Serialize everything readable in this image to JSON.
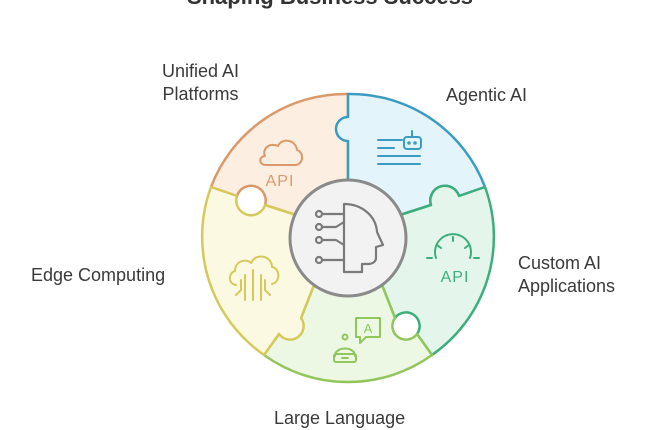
{
  "title": "Shaping Business Success",
  "segments": [
    {
      "id": "unified",
      "label_lines": [
        "Unified AI",
        "Platforms"
      ],
      "icon": "cloud-api-icon",
      "icon_text": "API",
      "fill": "#fcefe2",
      "stroke": "#d9996a"
    },
    {
      "id": "agentic",
      "label_lines": [
        "Agentic AI"
      ],
      "icon": "robot-text-icon",
      "fill": "#e3f5fb",
      "stroke": "#3b9cc2"
    },
    {
      "id": "custom",
      "label_lines": [
        "Custom AI",
        "Applications"
      ],
      "icon": "gear-api-icon",
      "icon_text": "API",
      "fill": "#e4f6ec",
      "stroke": "#3cae7b"
    },
    {
      "id": "llm",
      "label_lines": [
        "Large Language"
      ],
      "icon": "robot-chat-icon",
      "icon_text": "A",
      "fill": "#edf8e4",
      "stroke": "#93c65a"
    },
    {
      "id": "edge",
      "label_lines": [
        "Edge Computing"
      ],
      "icon": "cloud-circuit-icon",
      "fill": "#fbf9e1",
      "stroke": "#d6c95c"
    }
  ],
  "center": {
    "icon": "ai-head-icon",
    "fill": "#f2f2f2",
    "stroke": "#8a8a8a"
  }
}
